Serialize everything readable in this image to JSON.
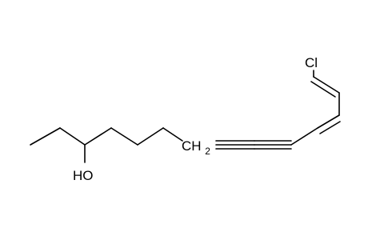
{
  "molecule": {
    "labels": {
      "hydroxyl": "HO",
      "chlorine": "Cl",
      "methylene_main": "CH",
      "methylene_sub": "2"
    },
    "colors": {
      "bond": "#000000",
      "text": "#000000",
      "background": "#ffffff"
    }
  }
}
